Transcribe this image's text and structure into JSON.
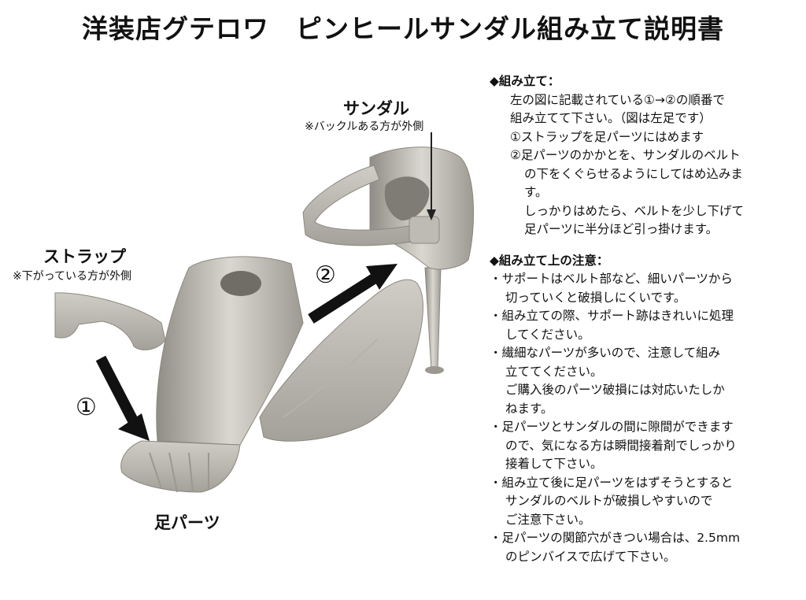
{
  "title": "洋装店グテロワ　ピンヒールサンダル組み立て説明書",
  "figure": {
    "sandal_label": "サンダル",
    "sandal_note": "※バックルある方が外側",
    "strap_label": "ストラップ",
    "strap_note": "※下がっている方が外側",
    "foot_label": "足パーツ",
    "step1": "①",
    "step2": "②"
  },
  "assembly": {
    "heading": "◆組み立て：",
    "lines": [
      "左の図に記載されている①→②の順番で",
      "組み立てて下さい。（図は左足です）",
      "①ストラップを足パーツにはめます",
      "②足パーツのかかとを、サンダルのベルト",
      "の下をくぐらせるようにしてはめ込みま",
      "す。",
      "しっかりはめたら、ベルトを少し下げて",
      "足パーツに半分ほど引っ掛けます。"
    ]
  },
  "cautions": {
    "heading": "◆組み立て上の注意：",
    "lines": [
      "・サポートはベルト部など、細いパーツから",
      "切っていくと破損しにくいです。",
      "・組み立ての際、サポート跡はきれいに処理",
      "してください。",
      "・繊細なパーツが多いので、注意して組み",
      "立ててください。",
      "ご購入後のパーツ破損には対応いたしか",
      "ねます。",
      "・足パーツとサンダルの間に隙間ができます",
      "ので、気になる方は瞬間接着剤でしっかり",
      "接着して下さい。",
      "・組み立て後に足パーツをはずそうとすると",
      "サンダルのベルトが破損しやすいので",
      "ご注意下さい。",
      "・足パーツの関節穴がきつい場合は、2.5mm",
      "のピンバイスで広げて下さい。"
    ]
  }
}
